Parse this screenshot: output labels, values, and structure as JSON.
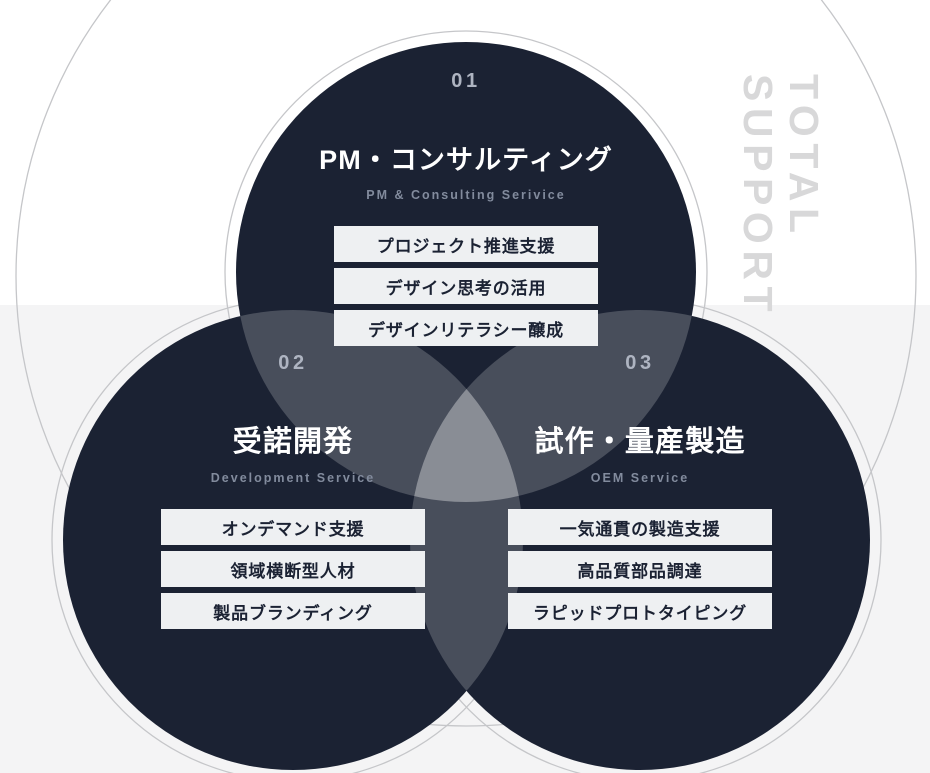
{
  "diagram": {
    "watermark": {
      "line1": "TOTAL",
      "line2": "SUPPORT"
    },
    "circles": [
      {
        "number": "01",
        "title": "PM・コンサルティング",
        "subtitle": "PM & Consulting Serivice",
        "items": [
          "プロジェクト推進支援",
          "デザイン思考の活用",
          "デザインリテラシー醸成"
        ]
      },
      {
        "number": "02",
        "title": "受諾開発",
        "subtitle": "Development Service",
        "items": [
          "オンデマンド支援",
          "領域横断型人材",
          "製品ブランディング"
        ]
      },
      {
        "number": "03",
        "title": "試作・量産製造",
        "subtitle": "OEM Service",
        "items": [
          "一気通貫の製造支援",
          "高品質部品調達",
          "ラピッドプロトタイピング"
        ]
      }
    ]
  },
  "colors": {
    "circle_fill": "#1b2233",
    "overlap_two": "#4a5163",
    "overlap_center": "#8a8f9b",
    "background_top": "#ffffff",
    "background_bottom": "#f4f4f5",
    "outline_stroke": "#c5c6c9",
    "box_background": "#eef0f2",
    "box_text": "#1b2233",
    "number_text": "#aeb4c1",
    "subtitle_text": "#828b9d",
    "watermark_text": "#d8d8d9"
  }
}
